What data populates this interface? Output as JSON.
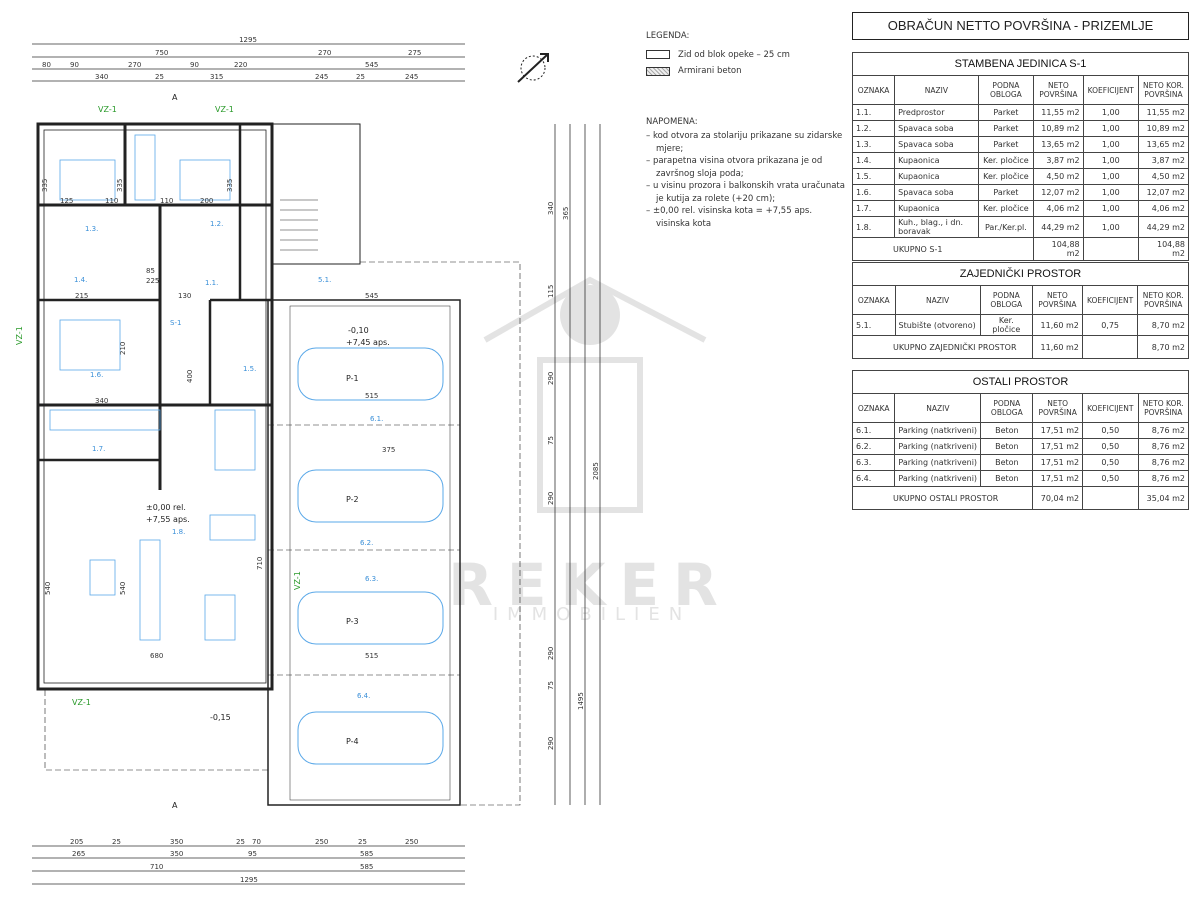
{
  "title": "OBRAČUN NETTO POVRŠINA - PRIZEMLJE",
  "columns": [
    "OZNAKA",
    "NAZIV",
    "PODNA OBLOGA",
    "NETO POVRŠINA",
    "KOEFICIJENT",
    "NETO KOR. POVRŠINA"
  ],
  "tables": [
    {
      "caption": "STAMBENA JEDINICA S-1",
      "rows": [
        [
          "1.1.",
          "Predprostor",
          "Parket",
          "11,55  m2",
          "1,00",
          "11,55  m2"
        ],
        [
          "1.2.",
          "Spavaca  soba",
          "Parket",
          "10,89  m2",
          "1,00",
          "10,89  m2"
        ],
        [
          "1.3.",
          "Spavaca  soba",
          "Parket",
          "13,65  m2",
          "1,00",
          "13,65  m2"
        ],
        [
          "1.4.",
          "Kupaonica",
          "Ker.  pločice",
          "3,87  m2",
          "1,00",
          "3,87  m2"
        ],
        [
          "1.5.",
          "Kupaonica",
          "Ker.  pločice",
          "4,50  m2",
          "1,00",
          "4,50  m2"
        ],
        [
          "1.6.",
          "Spavaca  soba",
          "Parket",
          "12,07  m2",
          "1,00",
          "12,07  m2"
        ],
        [
          "1.7.",
          "Kupaonica",
          "Ker.  pločice",
          "4,06  m2",
          "1,00",
          "4,06  m2"
        ],
        [
          "1.8.",
          "Kuh.,  blag.,  i  dn.  boravak",
          "Par./Ker.pl.",
          "44,29  m2",
          "1,00",
          "44,29  m2"
        ]
      ],
      "total": {
        "label": "UKUPNO  S-1",
        "neto": "104,88  m2",
        "kor": "104,88  m2"
      }
    },
    {
      "caption": "ZAJEDNIČKI PROSTOR",
      "rows": [
        [
          "5.1.",
          "Stubište  (otvoreno)",
          "Ker.  pločice",
          "11,60  m2",
          "0,75",
          "8,70  m2"
        ]
      ],
      "total": {
        "label": "UKUPNO  ZAJEDNIČKI  PROSTOR",
        "neto": "11,60  m2",
        "kor": "8,70  m2"
      }
    },
    {
      "caption": "OSTALI PROSTOR",
      "rows": [
        [
          "6.1.",
          "Parking  (natkriveni)",
          "Beton",
          "17,51  m2",
          "0,50",
          "8,76  m2"
        ],
        [
          "6.2.",
          "Parking  (natkriveni)",
          "Beton",
          "17,51  m2",
          "0,50",
          "8,76  m2"
        ],
        [
          "6.3.",
          "Parking  (natkriveni)",
          "Beton",
          "17,51  m2",
          "0,50",
          "8,76  m2"
        ],
        [
          "6.4.",
          "Parking  (natkriveni)",
          "Beton",
          "17,51  m2",
          "0,50",
          "8,76  m2"
        ]
      ],
      "total": {
        "label": "UKUPNO  OSTALI  PROSTOR",
        "neto": "70,04  m2",
        "kor": "35,04  m2"
      }
    }
  ],
  "legend": {
    "heading": "LEGENDA:",
    "items": [
      {
        "label": "Zid od blok opeke  –  25 cm"
      },
      {
        "label": "Armirani beton"
      }
    ]
  },
  "notes": {
    "heading": "NAPOMENA:",
    "items": [
      "– kod otvora za stolariju prikazane su zidarske mjere;",
      "– parapetna visina otvora prikazana je od završnog sloja poda;",
      "– u visinu prozora i balkonskih vrata uračunata je kutija za rolete (+20 cm);",
      "– ±0,00 rel. visinska kota = +7,55 aps. visinska kota"
    ]
  },
  "plan": {
    "dims_top": {
      "total": "1295",
      "row2": [
        "750",
        "270",
        "275"
      ],
      "row3": [
        "80",
        "90",
        "270",
        "90",
        "220",
        "545"
      ],
      "row4": [
        "340",
        "25",
        "315",
        "245",
        "25",
        "245"
      ]
    },
    "dims_bottom": {
      "row1": [
        "205",
        "25",
        "350",
        "25",
        "70",
        "250",
        "25",
        "250"
      ],
      "row2": [
        "265",
        "350",
        "95",
        "585"
      ],
      "row3": [
        "710",
        "585"
      ],
      "total": "1295"
    },
    "dims_right": [
      "340",
      "365",
      "115",
      "290",
      "75",
      "290",
      "290",
      "75",
      "290",
      "1495",
      "2085"
    ],
    "rooms": [
      "1.1.",
      "1.2.",
      "1.3.",
      "1.4.",
      "1.5.",
      "1.6.",
      "1.7.",
      "1.8.",
      "5.1.",
      "6.1.",
      "6.2.",
      "6.3.",
      "6.4."
    ],
    "unit_label": "S-1",
    "parking": [
      "P-1",
      "P-2",
      "P-3",
      "P-4"
    ],
    "window_tag": "VZ-1",
    "section": "A",
    "levels": {
      "parking": "-0,10",
      "parking_abs": "+7,45 aps.",
      "floor": "±0,00 rel.",
      "floor_abs": "+7,55 aps.",
      "outside": "-0,15"
    },
    "interior_dims": [
      "335",
      "125",
      "110",
      "335",
      "110",
      "200",
      "335",
      "545",
      "515",
      "375",
      "515",
      "680",
      "540",
      "540",
      "710",
      "340",
      "210",
      "400",
      "130",
      "85",
      "225",
      "215"
    ]
  },
  "watermark": {
    "line1": "REKER",
    "line2": "IMMOBILIEN"
  },
  "colors": {
    "line": "#333333",
    "fixtures": "#3a8fd8",
    "window_tag": "#2a9a2a",
    "watermark": "#dcdcdc"
  }
}
